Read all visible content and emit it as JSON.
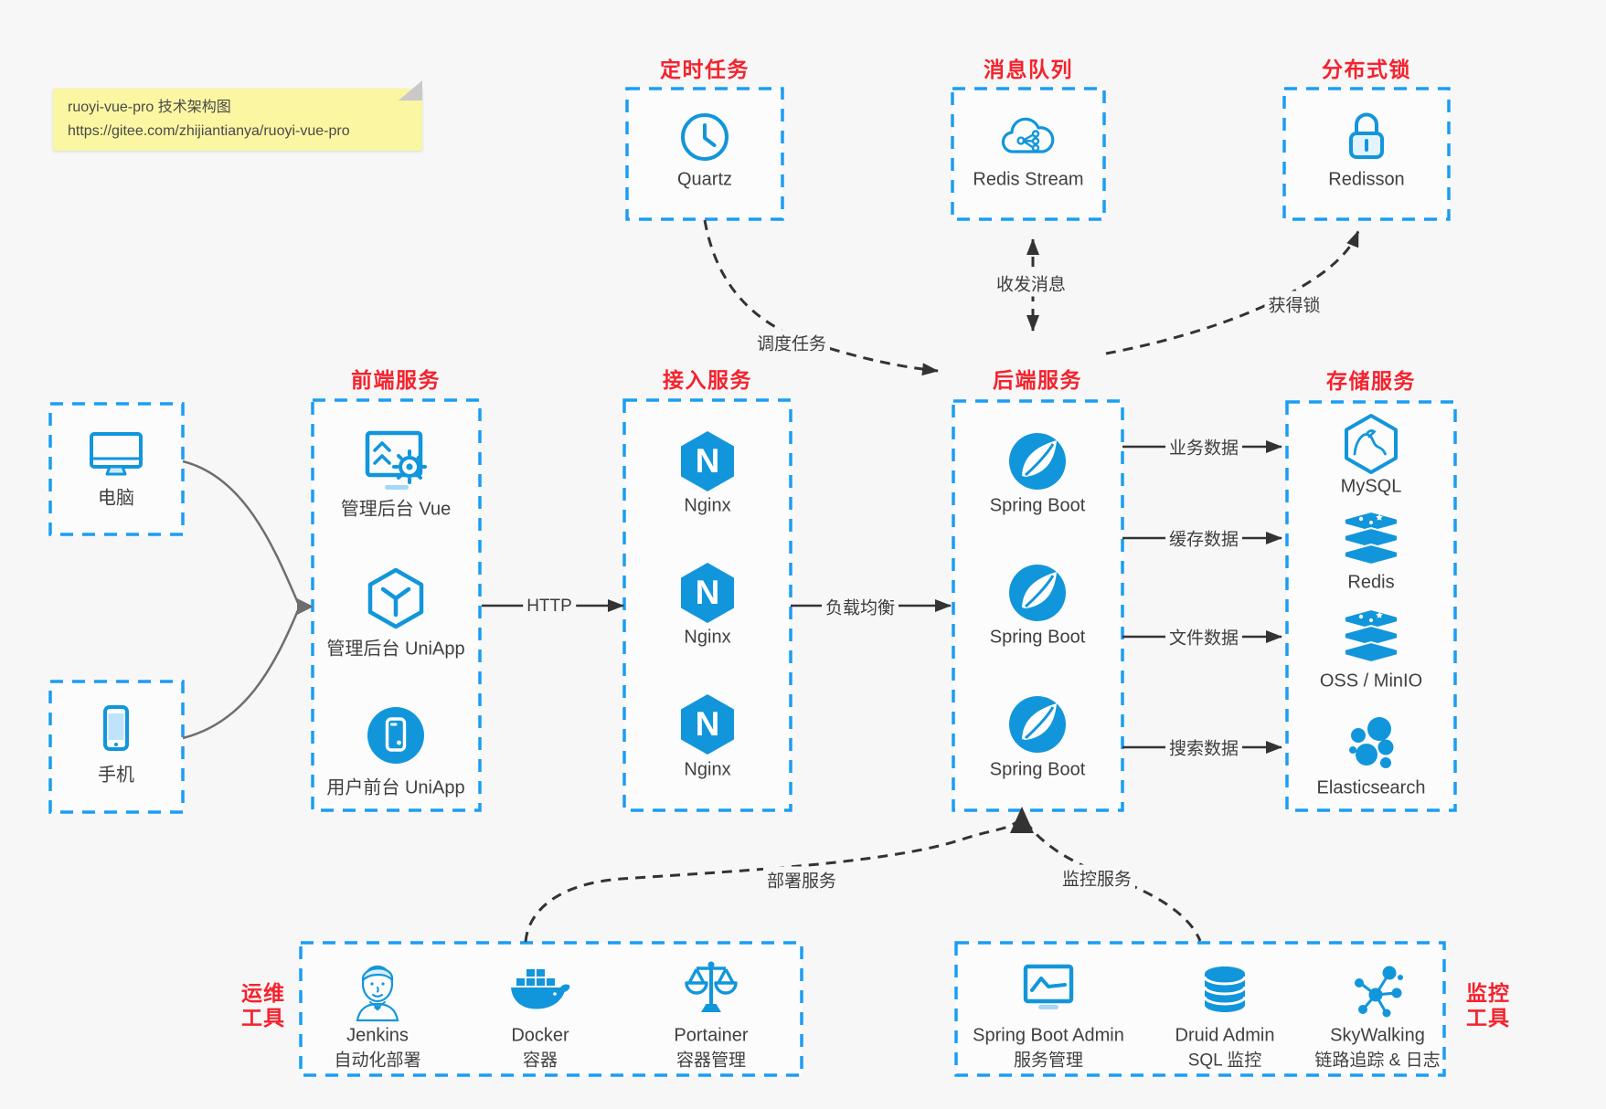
{
  "note": {
    "line1": "ruoyi-vue-pro 技术架构图",
    "line2": "https://gitee.com/zhijiantianya/ruoyi-vue-pro"
  },
  "top": [
    {
      "title": "定时任务",
      "label": "Quartz",
      "icon": "clock-icon"
    },
    {
      "title": "消息队列",
      "label": "Redis Stream",
      "icon": "cloud-message-icon"
    },
    {
      "title": "分布式锁",
      "label": "Redisson",
      "icon": "lock-icon"
    }
  ],
  "clients": [
    {
      "label": "电脑",
      "icon": "desktop-icon"
    },
    {
      "label": "手机",
      "icon": "smartphone-icon"
    }
  ],
  "frontend": {
    "title": "前端服务",
    "items": [
      {
        "label": "管理后台 Vue",
        "icon": "admin-dashboard-icon"
      },
      {
        "label": "管理后台 UniApp",
        "icon": "uniapp-cube-icon"
      },
      {
        "label": "用户前台 UniApp",
        "icon": "mobile-app-icon"
      }
    ]
  },
  "gateway": {
    "title": "接入服务",
    "items": [
      {
        "label": "Nginx",
        "icon": "nginx-icon"
      },
      {
        "label": "Nginx",
        "icon": "nginx-icon"
      },
      {
        "label": "Nginx",
        "icon": "nginx-icon"
      }
    ]
  },
  "backend": {
    "title": "后端服务",
    "items": [
      {
        "label": "Spring Boot",
        "icon": "spring-boot-icon"
      },
      {
        "label": "Spring Boot",
        "icon": "spring-boot-icon"
      },
      {
        "label": "Spring Boot",
        "icon": "spring-boot-icon"
      }
    ]
  },
  "storage": {
    "title": "存储服务",
    "items": [
      {
        "label": "MySQL",
        "icon": "mysql-icon"
      },
      {
        "label": "Redis",
        "icon": "redis-icon"
      },
      {
        "label": "OSS / MinIO",
        "icon": "oss-minio-icon"
      },
      {
        "label": "Elasticsearch",
        "icon": "elasticsearch-icon"
      }
    ]
  },
  "ops": {
    "line1": "运维",
    "line2": "工具",
    "items": [
      {
        "name": "Jenkins",
        "desc": "自动化部署",
        "icon": "jenkins-icon"
      },
      {
        "name": "Docker",
        "desc": "容器",
        "icon": "docker-icon"
      },
      {
        "name": "Portainer",
        "desc": "容器管理",
        "icon": "portainer-icon"
      }
    ]
  },
  "monitoring": {
    "line1": "监控",
    "line2": "工具",
    "items": [
      {
        "name": "Spring Boot Admin",
        "desc": "服务管理",
        "icon": "spring-boot-admin-icon"
      },
      {
        "name": "Druid Admin",
        "desc": "SQL 监控",
        "icon": "druid-icon"
      },
      {
        "name": "SkyWalking",
        "desc": "链路追踪 & 日志",
        "icon": "skywalking-icon"
      }
    ]
  },
  "edges": {
    "http": "HTTP",
    "load_balance": "负载均衡",
    "schedule": "调度任务",
    "messaging": "收发消息",
    "acquire_lock": "获得锁",
    "business": "业务数据",
    "cache": "缓存数据",
    "file": "文件数据",
    "search": "搜索数据",
    "deploy": "部署服务",
    "monitor": "监控服务"
  },
  "icons": {
    "nginx_letter": "N"
  },
  "colors": {
    "background": "#f7f7f7",
    "box_fill": "#fcfcfc",
    "dash_blue": "#1b9df3",
    "icon_blue": "#1296db",
    "title_red": "#f5222d",
    "text_dark": "#404040",
    "arrow_dark": "#333333",
    "arrow_gray": "#6e6e6e",
    "note_yellow": "#fbf6a2"
  }
}
